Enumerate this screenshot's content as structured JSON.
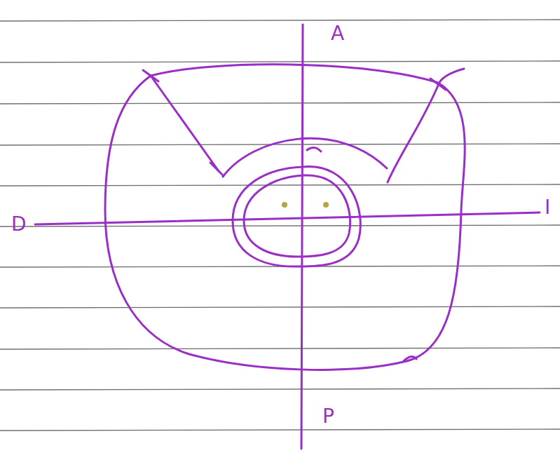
{
  "diagram": {
    "labels": [
      "A",
      "D",
      "I",
      "P"
    ]
  }
}
